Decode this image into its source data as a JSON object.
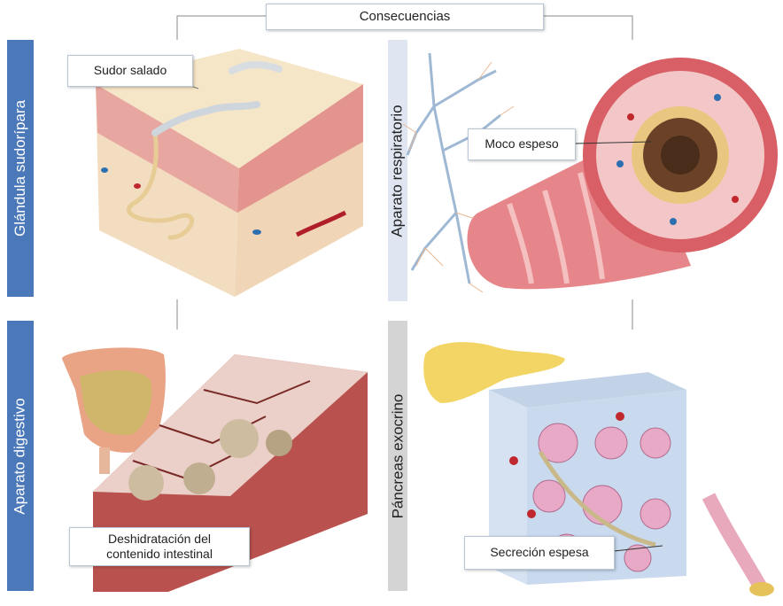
{
  "title": "Consecuencias",
  "panels": {
    "sweat": {
      "side_label": "Glándula sudorípara",
      "callout": "Sudor salado",
      "side_color": "#4a78b8"
    },
    "respiratory": {
      "side_label": "Aparato respiratorio",
      "callout": "Moco espeso",
      "side_color": "#dfe6f1"
    },
    "digestive": {
      "side_label": "Aparato digestivo",
      "callout_line1": "Deshidratación del",
      "callout_line2": "contenido intestinal",
      "side_color": "#4a78b8"
    },
    "pancreas": {
      "side_label": "Páncreas exocrino",
      "callout": "Secreción espesa",
      "side_color": "#d4d4d4"
    }
  }
}
